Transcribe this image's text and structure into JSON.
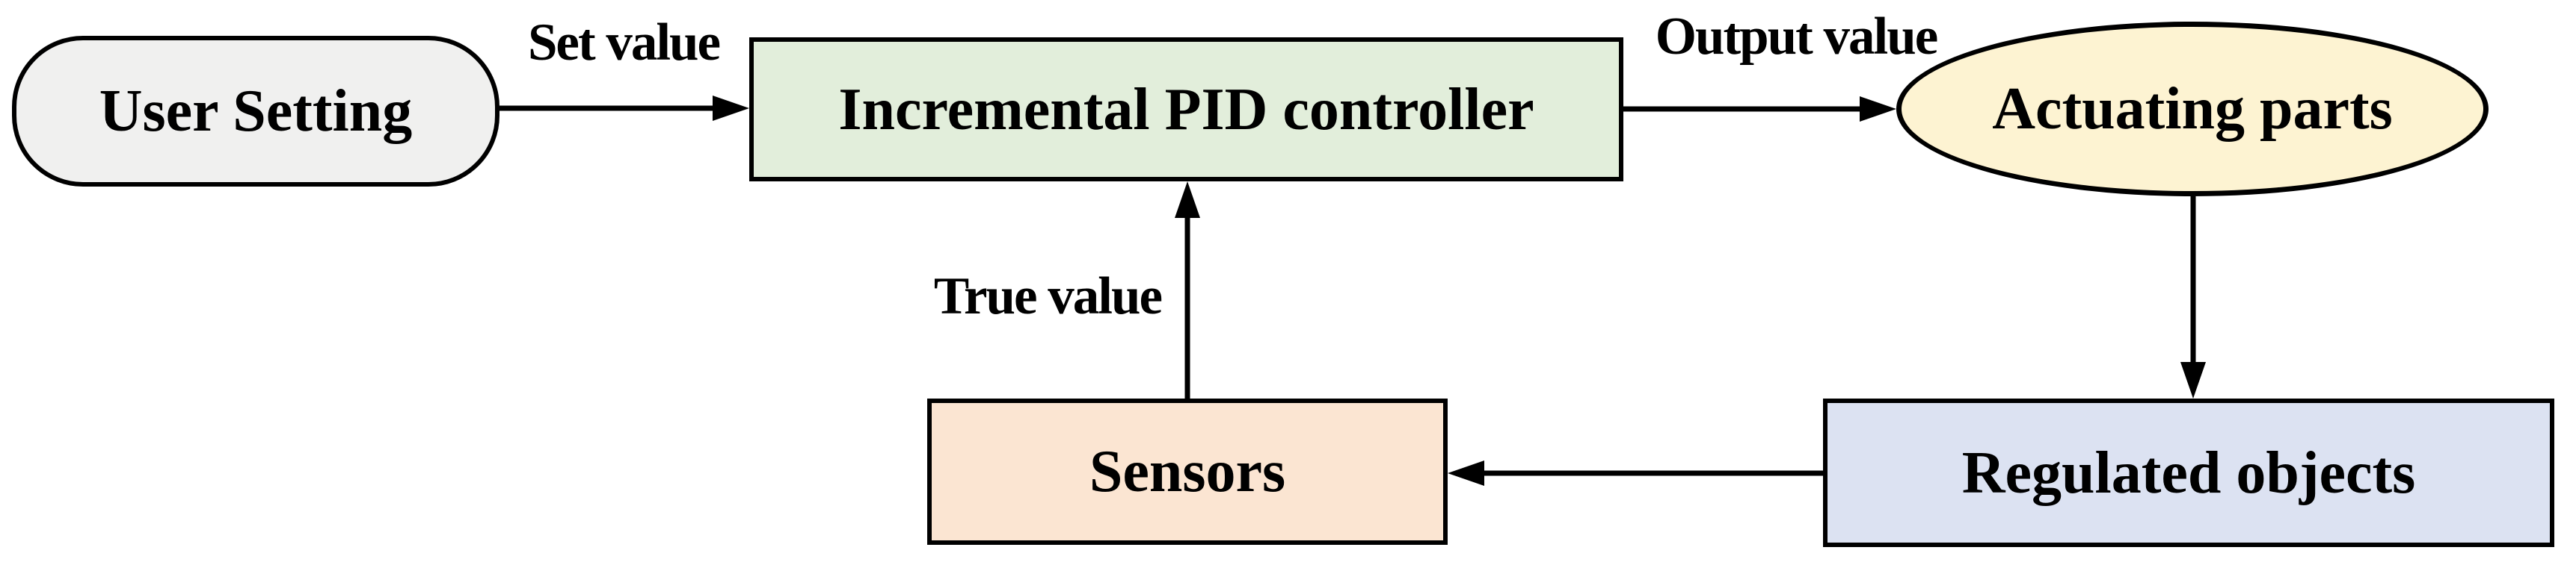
{
  "colors": {
    "background": "#ffffff",
    "stroke": "#000000",
    "text": "#000000",
    "user_setting_fill": "#f0f0ef",
    "pid_controller_fill": "#e2eedb",
    "actuating_parts_fill": "#fdf3d2",
    "sensors_fill": "#fbe5d2",
    "regulated_objects_fill": "#dce2f2"
  },
  "nodes": {
    "user_setting": {
      "label": "User Setting",
      "shape": "rounded-rectangle"
    },
    "pid_controller": {
      "label": "Incremental PID controller",
      "shape": "rectangle"
    },
    "actuating_parts": {
      "label": "Actuating parts",
      "shape": "ellipse"
    },
    "sensors": {
      "label": "Sensors",
      "shape": "rectangle"
    },
    "regulated_objects": {
      "label": "Regulated objects",
      "shape": "rectangle"
    }
  },
  "edges": {
    "set_value": {
      "label": "Set value",
      "from": "user_setting",
      "to": "pid_controller"
    },
    "output_value": {
      "label": "Output value",
      "from": "pid_controller",
      "to": "actuating_parts"
    },
    "actuating_to_regulated": {
      "label": "",
      "from": "actuating_parts",
      "to": "regulated_objects"
    },
    "regulated_to_sensors": {
      "label": "",
      "from": "regulated_objects",
      "to": "sensors"
    },
    "true_value": {
      "label": "True value",
      "from": "sensors",
      "to": "pid_controller"
    }
  }
}
